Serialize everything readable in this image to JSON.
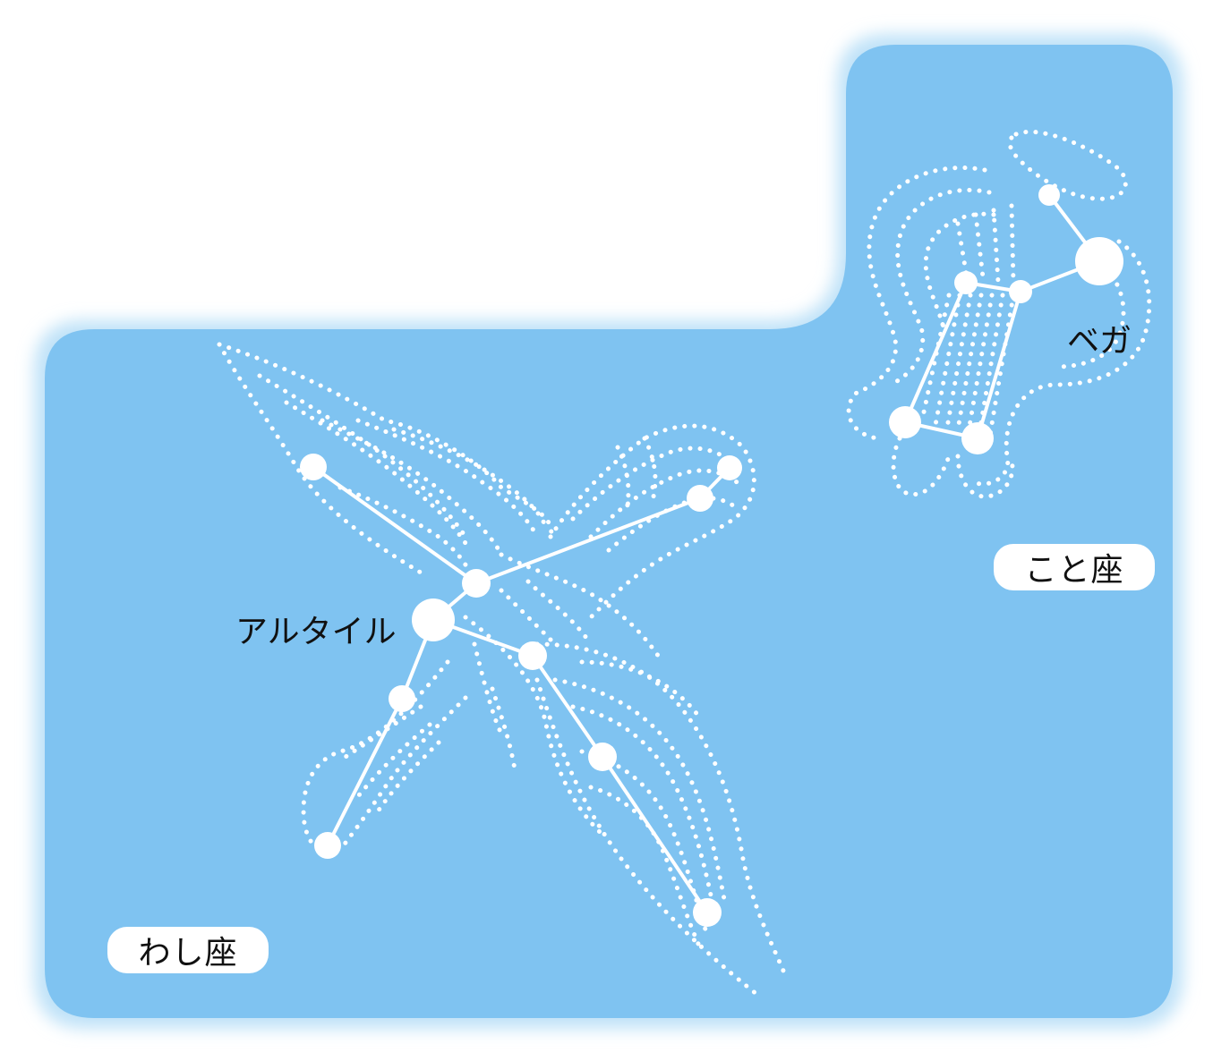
{
  "colors": {
    "sky": "#7fc3f1",
    "edge_glow": "#bfe2f8",
    "star": "#ffffff",
    "text": "#111111"
  },
  "constellations": [
    {
      "id": "aquila",
      "name": "わし座",
      "bright_star": "アルタイル"
    },
    {
      "id": "lyra",
      "name": "こと座",
      "bright_star": "ベガ"
    }
  ]
}
